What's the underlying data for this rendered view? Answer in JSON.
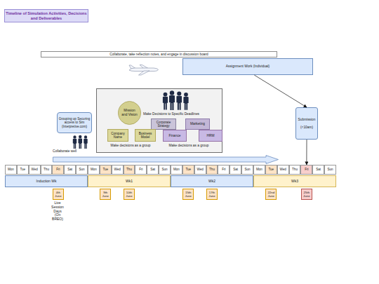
{
  "diagram": {
    "title": "Timeline of Simulation Activities, Decisions and Deliverables",
    "nodes": [
      {
        "text": [
          "Collaborate, take reflection notes, and engage in discussion board"
        ]
      },
      {
        "text": [
          "Assignment Work (Individual)"
        ]
      },
      {
        "text": [
          "Make Decisions to Specific Deadlines",
          "Make decisions as a group",
          "Make decisions as a group"
        ]
      },
      {
        "text": [
          "Mission and Vision"
        ],
        "in": 2
      },
      {
        "text": [
          "Corporate Strategy"
        ],
        "in": 2
      },
      {
        "text": [
          "Marketing"
        ],
        "in": 2
      },
      {
        "text": [
          "Company Name"
        ],
        "in": 2
      },
      {
        "text": [
          "Business Model"
        ],
        "in": 2
      },
      {
        "text": [
          "Finance"
        ],
        "in": 2
      },
      {
        "text": [
          "HRM"
        ],
        "in": 2
      },
      {
        "text": [
          "Grouping up Securing access to Sim (Interpretive.com)"
        ]
      },
      {
        "text": [
          "Submission",
          "(<10am)"
        ]
      },
      {
        "text": [
          "Collaborate well"
        ]
      },
      {
        "text": [
          "Mon"
        ]
      },
      {
        "text": [
          "Tue"
        ]
      },
      {
        "text": [
          "Wed"
        ]
      },
      {
        "text": [
          "Thu"
        ]
      },
      {
        "text": [
          "Fri"
        ]
      },
      {
        "text": [
          "Sat"
        ]
      },
      {
        "text": [
          "Sun"
        ]
      },
      {
        "text": [
          "Mon"
        ]
      },
      {
        "text": [
          "Tue"
        ]
      },
      {
        "text": [
          "Wed"
        ]
      },
      {
        "text": [
          "Thu"
        ]
      },
      {
        "text": [
          "Fri"
        ]
      },
      {
        "text": [
          "Sat"
        ]
      },
      {
        "text": [
          "Sun"
        ]
      },
      {
        "text": [
          "Mon"
        ]
      },
      {
        "text": [
          "Tue"
        ]
      },
      {
        "text": [
          "Wed"
        ]
      },
      {
        "text": [
          "Thu"
        ]
      },
      {
        "text": [
          "Fri"
        ]
      },
      {
        "text": [
          "Sat"
        ]
      },
      {
        "text": [
          "Sun"
        ]
      },
      {
        "text": [
          "Mon"
        ]
      },
      {
        "text": [
          "Tue"
        ]
      },
      {
        "text": [
          "Wed"
        ]
      },
      {
        "text": [
          "Thu"
        ]
      },
      {
        "text": [
          "Fri"
        ]
      },
      {
        "text": [
          "Sat"
        ]
      },
      {
        "text": [
          "Sun"
        ]
      },
      {
        "text": [
          "Induction Wk"
        ]
      },
      {
        "text": [
          "Wk1"
        ]
      },
      {
        "text": [
          "Wk2"
        ]
      },
      {
        "text": [
          "Wk3"
        ]
      },
      {
        "text": [
          "4th June"
        ]
      },
      {
        "text": [
          "9th June"
        ]
      },
      {
        "text": [
          "10th June"
        ]
      },
      {
        "text": [
          "15th June"
        ]
      },
      {
        "text": [
          "17th June"
        ]
      },
      {
        "text": [
          "22nd June"
        ]
      },
      {
        "text": [
          "25th June"
        ]
      }
    ],
    "edges": [
      {
        "from": 1,
        "to": 11,
        "arrow": "to"
      },
      {
        "from": 11,
        "to": 38,
        "arrow": "to"
      }
    ],
    "labels": [
      "Live Session Days (On BREO)"
    ]
  }
}
